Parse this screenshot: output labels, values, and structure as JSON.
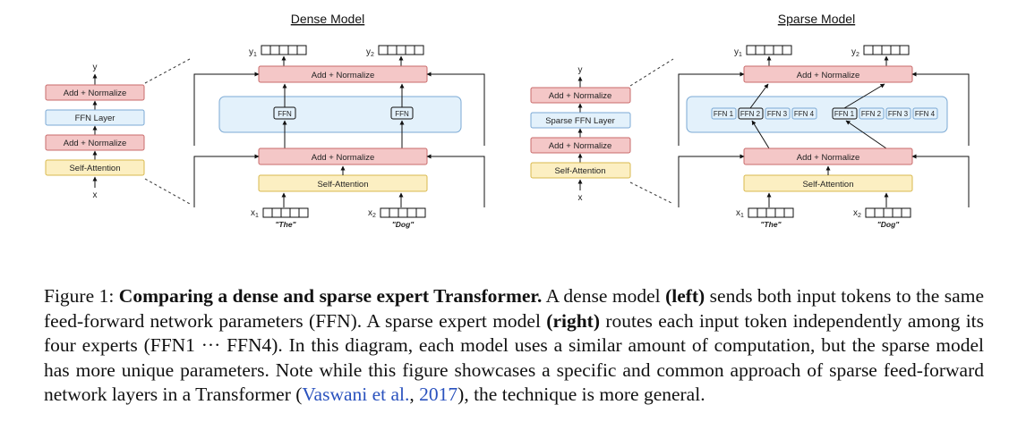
{
  "dense": {
    "title": "Dense Model",
    "left_stack": [
      "Add + Normalize",
      "FFN Layer",
      "Add + Normalize",
      "Self-Attention"
    ],
    "left_y": "y",
    "left_x": "x",
    "add_norm_top": "Add + Normalize",
    "add_norm_bottom": "Add + Normalize",
    "self_attention": "Self-Attention",
    "ffn_labels": [
      "FFN",
      "FFN"
    ],
    "outputs": [
      "y1",
      "y2"
    ],
    "inputs": [
      "x1",
      "x2"
    ],
    "tokens": [
      "\"The\"",
      "\"Dog\""
    ]
  },
  "sparse": {
    "title": "Sparse Model",
    "left_stack": [
      "Add + Normalize",
      "Sparse FFN Layer",
      "Add + Normalize",
      "Self-Attention"
    ],
    "left_y": "y",
    "left_x": "x",
    "add_norm_top": "Add + Normalize",
    "add_norm_bottom": "Add + Normalize",
    "self_attention": "Self-Attention",
    "experts_group1": [
      "FFN 1",
      "FFN 2",
      "FFN 3",
      "FFN 4"
    ],
    "experts_group2": [
      "FFN 1",
      "FFN 2",
      "FFN 3",
      "FFN 4"
    ],
    "outputs": [
      "y1",
      "y2"
    ],
    "inputs": [
      "x1",
      "x2"
    ],
    "tokens": [
      "\"The\"",
      "\"Dog\""
    ]
  },
  "caption": {
    "prefix": "Figure 1: ",
    "bold_title": "Comparing a dense and sparse expert Transformer.",
    "p1": " A dense model ",
    "b1": "(left)",
    "p2": " sends both input tokens to the same feed-forward network parameters (FFN). A sparse expert model ",
    "b2": "(right)",
    "p3": " routes each input token independently among its four experts (FFN1 ··· FFN4). In this diagram, each model uses a similar amount of computation, but the sparse model has more unique parameters. Note while this figure showcases a specific and common approach of sparse feed-forward network layers in a Transformer (",
    "cite_author": "Vaswani et al.",
    "cite_sep": ", ",
    "cite_year": "2017",
    "p4": "), the technique is more general."
  },
  "colors": {
    "add_norm_fill": "#f4c7c7",
    "add_norm_stroke": "#c96b6b",
    "attn_fill": "#fcefc2",
    "attn_stroke": "#d9b94f",
    "ffn_fill": "#e3f1fb",
    "ffn_stroke": "#7ba9d4",
    "cite": "#2a52be"
  }
}
